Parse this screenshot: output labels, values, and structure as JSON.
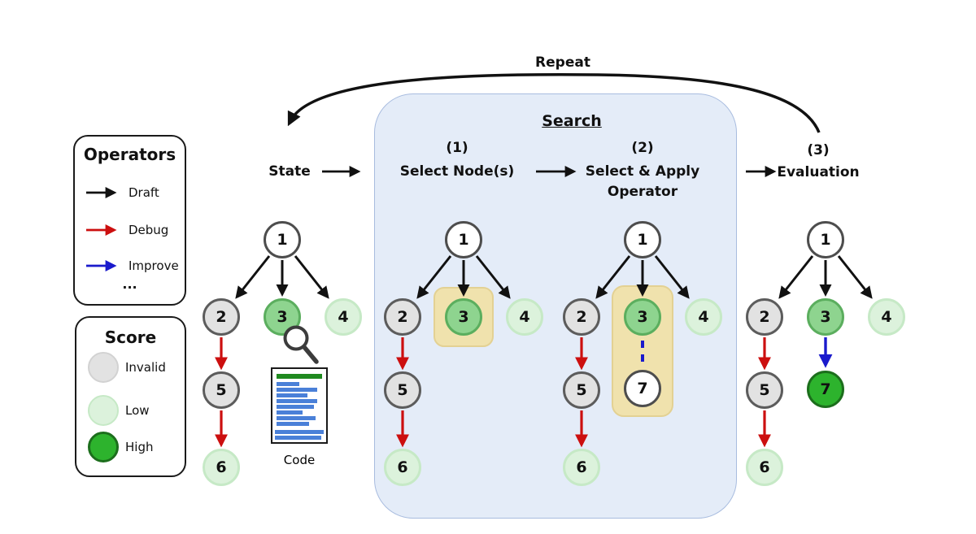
{
  "repeat_label": "Repeat",
  "state_label": "State",
  "search_box": {
    "title": "Search",
    "step1_num": "(1)",
    "step1_label": "Select Node(s)",
    "step2_num": "(2)",
    "step2_line1": "Select & Apply",
    "step2_line2": "Operator"
  },
  "evaluation_step": {
    "num": "(3)",
    "label": "Evaluation"
  },
  "legend_operators": {
    "title": "Operators",
    "items": [
      {
        "label": "Draft",
        "color": "#111111"
      },
      {
        "label": "Debug",
        "color": "#cc0f0f"
      },
      {
        "label": "Improve",
        "color": "#1a1acc"
      }
    ],
    "ellipsis": "..."
  },
  "legend_score": {
    "title": "Score",
    "items": [
      {
        "label": "Invalid",
        "fill": "#e2e2e2"
      },
      {
        "label": "Low",
        "fill": "#dcf2dc"
      },
      {
        "label": "High",
        "fill": "#2db32d"
      }
    ]
  },
  "code_label": "Code",
  "trees": {
    "state": {
      "name": "State",
      "nodes": {
        "n1": "1",
        "n2": "2",
        "n3": "3",
        "n4": "4",
        "n5": "5",
        "n6": "6"
      },
      "scores": {
        "n1": "unscored",
        "n2": "invalid",
        "n3": "medium",
        "n4": "low",
        "n5": "invalid",
        "n6": "low"
      }
    },
    "select_nodes": {
      "name": "Select Node(s)",
      "selected_node": "3",
      "nodes": {
        "n1": "1",
        "n2": "2",
        "n3": "3",
        "n4": "4",
        "n5": "5",
        "n6": "6"
      },
      "scores": {
        "n1": "unscored",
        "n2": "invalid",
        "n3": "medium",
        "n4": "low",
        "n5": "invalid",
        "n6": "low"
      }
    },
    "apply_operator": {
      "name": "Select & Apply Operator",
      "selected_node": "3",
      "new_node": "7",
      "nodes": {
        "n1": "1",
        "n2": "2",
        "n3": "3",
        "n4": "4",
        "n5": "5",
        "n6": "6",
        "n7": "7"
      },
      "scores": {
        "n1": "unscored",
        "n2": "invalid",
        "n3": "medium",
        "n4": "low",
        "n5": "invalid",
        "n6": "low",
        "n7": "unscored"
      }
    },
    "evaluation": {
      "name": "Evaluation",
      "nodes": {
        "n1": "1",
        "n2": "2",
        "n3": "3",
        "n4": "4",
        "n5": "5",
        "n6": "6",
        "n7": "7"
      },
      "scores": {
        "n1": "unscored",
        "n2": "invalid",
        "n3": "medium",
        "n4": "low",
        "n5": "invalid",
        "n6": "low",
        "n7": "high"
      }
    }
  },
  "colors": {
    "search_box_fill": "#e4ecf8",
    "search_box_border": "#a8bcdf",
    "highlight_fill": "#f0e2ad",
    "node_invalid": "#e2e2e2",
    "node_low": "#dcf2dc",
    "node_medium": "#8ed48f",
    "node_high": "#2db32d",
    "node_unscored": "#ffffff",
    "draft_arrow": "#111111",
    "debug_arrow": "#cc0f0f",
    "improve_arrow": "#1a1acc",
    "code_bar_green": "#1f8a1f",
    "code_bar_blue": "#4a80d8"
  }
}
